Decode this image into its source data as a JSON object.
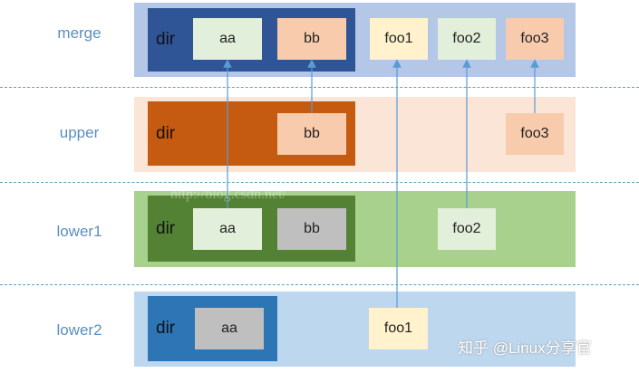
{
  "layers": {
    "merge": {
      "label": "merge",
      "dir": "dir",
      "items": [
        "aa",
        "bb",
        "foo1",
        "foo2",
        "foo3"
      ]
    },
    "upper": {
      "label": "upper",
      "dir": "dir",
      "items": [
        "bb",
        "foo3"
      ]
    },
    "lower1": {
      "label": "lower1",
      "dir": "dir",
      "items": [
        "aa",
        "bb",
        "foo2"
      ]
    },
    "lower2": {
      "label": "lower2",
      "dir": "dir",
      "items": [
        "aa",
        "foo1"
      ]
    }
  },
  "watermarks": {
    "csdn": "http://blog.csdn.net/",
    "zhihu": "知乎 @Linux分享官"
  },
  "colors": {
    "merge_band": "#b4c7e7",
    "merge_dir": "#2f5597",
    "upper_band": "#fbe5d6",
    "upper_dir": "#c55a11",
    "lower1_band": "#a9d18e",
    "lower1_dir": "#548235",
    "lower2_band": "#bdd7ee",
    "lower2_dir": "#2e75b6",
    "green_file": "#e2efda",
    "peach_file": "#f8cbad",
    "yellow_file": "#fff2cc",
    "grey_file": "#bfbfbf",
    "arrow": "#5b9bd5"
  }
}
